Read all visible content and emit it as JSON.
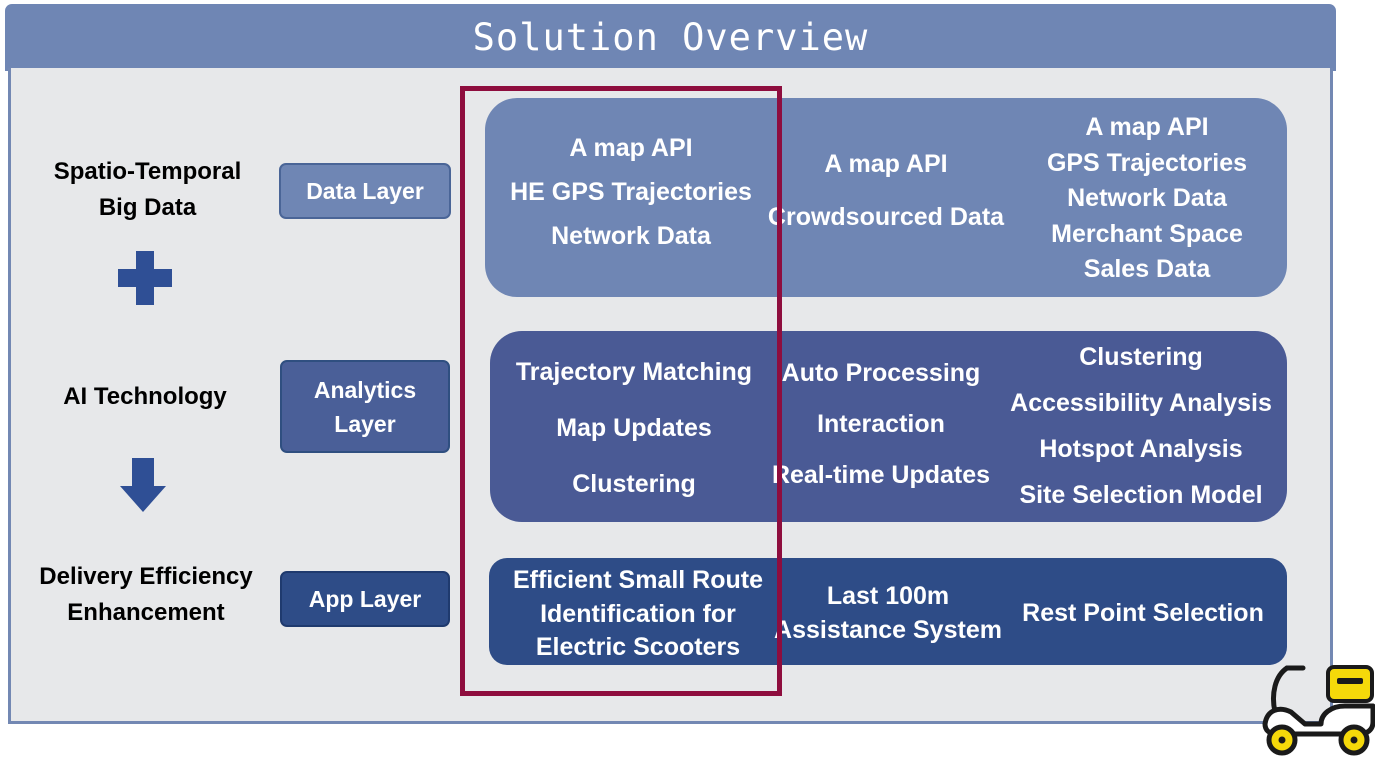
{
  "title": "Solution Overview",
  "left_labels": [
    [
      "Spatio-Temporal",
      "Big Data"
    ],
    [
      "AI Technology"
    ],
    [
      "Delivery Efficiency",
      "Enhancement"
    ]
  ],
  "connectors": {
    "between_1_2": "plus-icon",
    "between_2_3": "arrow-down-icon"
  },
  "layers": [
    {
      "label": [
        "Data Layer"
      ],
      "color": "#6f86b4"
    },
    {
      "label": [
        "Analytics",
        "Layer"
      ],
      "color": "#4a5f98"
    },
    {
      "label": [
        "App Layer"
      ],
      "color": "#2e4c87"
    }
  ],
  "rows": [
    {
      "color": "#6f86b4",
      "cells": [
        [
          "A map API",
          "HE GPS Trajectories",
          "Network Data"
        ],
        [
          "A map API",
          "Crowdsourced Data"
        ],
        [
          "A map API",
          "GPS Trajectories",
          "Network Data",
          "Merchant Space",
          "Sales Data"
        ]
      ]
    },
    {
      "color": "#4a5a95",
      "cells": [
        [
          "Trajectory Matching",
          "Map Updates",
          "Clustering"
        ],
        [
          "Auto Processing",
          "Interaction",
          "Real-time Updates"
        ],
        [
          "Clustering",
          "Accessibility Analysis",
          "Hotspot Analysis",
          "Site Selection Model"
        ]
      ]
    },
    {
      "color": "#2e4c87",
      "cells": [
        [
          "Efficient Small Route",
          "Identification for",
          "Electric Scooters"
        ],
        [
          "Last 100m",
          "Assistance System"
        ],
        [
          "Rest Point Selection"
        ]
      ]
    }
  ],
  "highlight_color": "#8e0d3e",
  "scooter_icon": "scooter-icon",
  "scooter_color": "#f5d90a"
}
